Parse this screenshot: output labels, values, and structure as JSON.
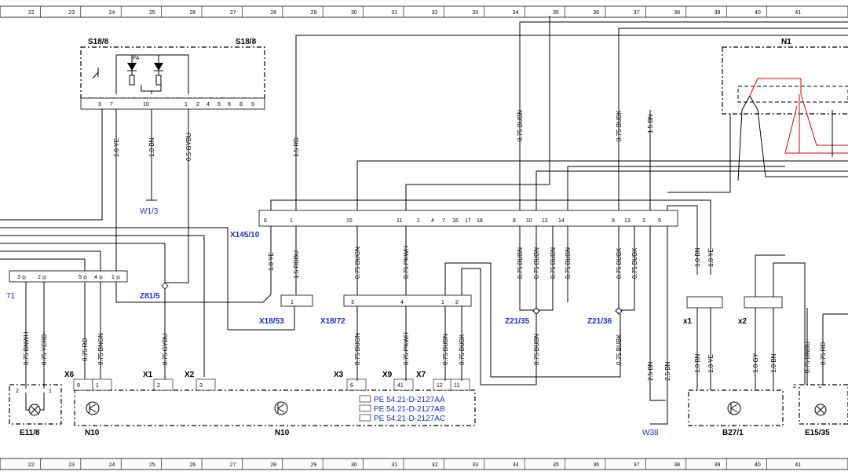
{
  "ruler": {
    "columns": [
      "22",
      "23",
      "24",
      "25",
      "26",
      "27",
      "28",
      "29",
      "30",
      "31",
      "32",
      "33",
      "34",
      "35",
      "36",
      "37",
      "38",
      "39",
      "40",
      "41"
    ]
  },
  "components": {
    "s18_8": {
      "label_left": "S18/8",
      "label_right": "S18/8",
      "fa_label": "FA",
      "pins": [
        "3",
        "7",
        "10",
        "1",
        "2",
        "4",
        "5",
        "6",
        "8",
        "9"
      ]
    },
    "w1_3": "W1/3",
    "left_ref": "71",
    "z81_5": "Z81/5",
    "left_row_pins": [
      "3",
      "2",
      "5",
      "4",
      "1"
    ],
    "e11_8": {
      "label": "E11/8",
      "pin_a": "2",
      "pin_b": "1"
    },
    "n10": {
      "label_left": "N10",
      "label_center": "N10",
      "x6": "X6",
      "x1": "X1",
      "x2": "X2",
      "x3": "X3",
      "x9": "X9",
      "x7": "X7",
      "pins": [
        "9",
        "1",
        "2",
        "3",
        "6",
        "41",
        "12",
        "11"
      ],
      "pe_refs": [
        "PE 54.21-D-2127AA",
        "PE 54.21-D-2127AB",
        "PE 54.21-D-2127AC"
      ]
    },
    "x145_10": "X145/10",
    "x145_pins": [
      "6",
      "1",
      "15",
      "11",
      "2",
      "4",
      "7",
      "16",
      "17",
      "18",
      "8",
      "10",
      "12",
      "14",
      "9",
      "13",
      "3",
      "5"
    ],
    "n1": "N1",
    "x18_53": "X18/53",
    "x18_72": "X18/72",
    "x18_pins": [
      "1",
      "3",
      "4",
      "1",
      "2"
    ],
    "z21_35": "Z21/35",
    "z21_36": "Z21/36",
    "w38": "W38",
    "x1": "x1",
    "x2": "x2",
    "b27_1": "B27/1",
    "e15_35": {
      "label": "E15/35",
      "pin_a": "2",
      "pin_b": "1"
    }
  },
  "wires": {
    "s18_ye": "1.0 YE",
    "s18_bn": "1.0 BN",
    "s18_gybu": "0.5 GYBU",
    "bnwh": "0.75 BNWH",
    "yerd": "0.75 YERD",
    "rd_left": "0.75 RD",
    "bngn": "0.75 BNGN",
    "gybu_lower": "0.75 GYBU",
    "rd_upper": "1.5 RD",
    "bubn_upper": "0.75 BUBN",
    "bubk_upper": "0.75 BUBK",
    "bn_upper": "1.5 BN",
    "ye_mid": "1.0 YE",
    "rdbu": "1.5 RDBU",
    "bugn": "0.75 BUGN",
    "pkwh": "0.75 PKWH",
    "bubn_a": "0.75 BUBN",
    "bubn_b": "0.75 BUBN",
    "bubn_c": "0.75 BUBN",
    "bubn_d": "0.75 BUBN",
    "bubk_a": "0.75 BUBK",
    "bubk_b": "0.75 BUBK",
    "bubn_z21": "0.75 BUBN",
    "bubk_z21": "0.75 BUBK",
    "bugn_lower": "0.75 BUGN",
    "pkwh_lower": "0.75 PKWH",
    "bubn_lower": "0.75 BUBN",
    "bubk_lower": "0.75 BUBK",
    "w38_a": "2.5 BN",
    "w38_b": "2.5 BN",
    "x1_bn_upper": "1.0 BN",
    "x1_ye_upper": "1.0 YE",
    "x1_bn": "1.0 BN",
    "x1_ye": "1.0 YE",
    "x2_gy": "1.0 GY",
    "x2_bn": "1.0 BN",
    "bnbu": "0.75 BNBU",
    "rd_e15": "0.75 RD"
  },
  "colors": {
    "wire": "#000000",
    "highlight_wire": "#e00000",
    "reference_text": "#1a2dd8"
  }
}
